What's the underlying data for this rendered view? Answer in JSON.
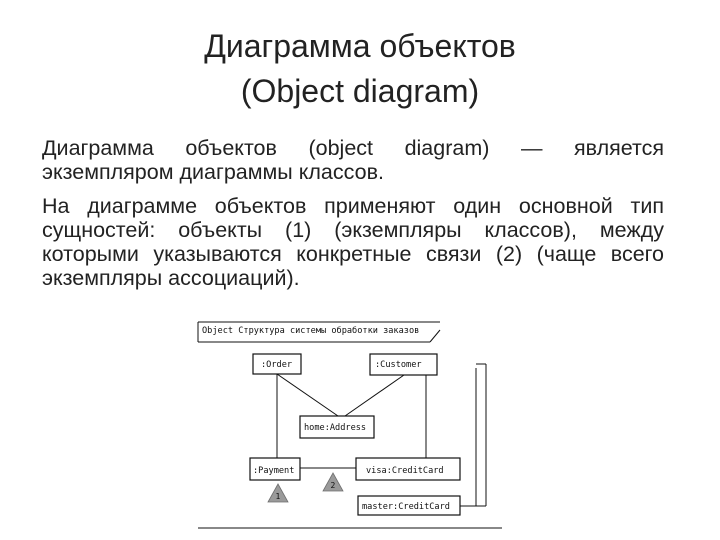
{
  "title": {
    "line1": "Диаграмма объектов",
    "line2": "(Object diagram)"
  },
  "body": {
    "paragraph1": "Диаграмма объектов (object diagram) — является экземпляром диаграммы классов.",
    "paragraph2": "На диаграмме объектов применяют один основной тип сущностей: объекты (1) (экземпляры классов), между которыми указываются конкретные связи (2) (чаще всего экземпляры ассоциаций)."
  },
  "diagram": {
    "frame_label": "Object Структура системы обработки заказов",
    "objects": {
      "order": ":Order",
      "customer": ":Customer",
      "address": "home:Address",
      "payment": ":Payment",
      "visa": "visa:CreditCard",
      "master": "master:CreditCard"
    },
    "markers": {
      "object_marker": "1",
      "link_marker": "2"
    },
    "colors": {
      "marker_fill": "#9a9a9a",
      "line": "#111111"
    }
  }
}
